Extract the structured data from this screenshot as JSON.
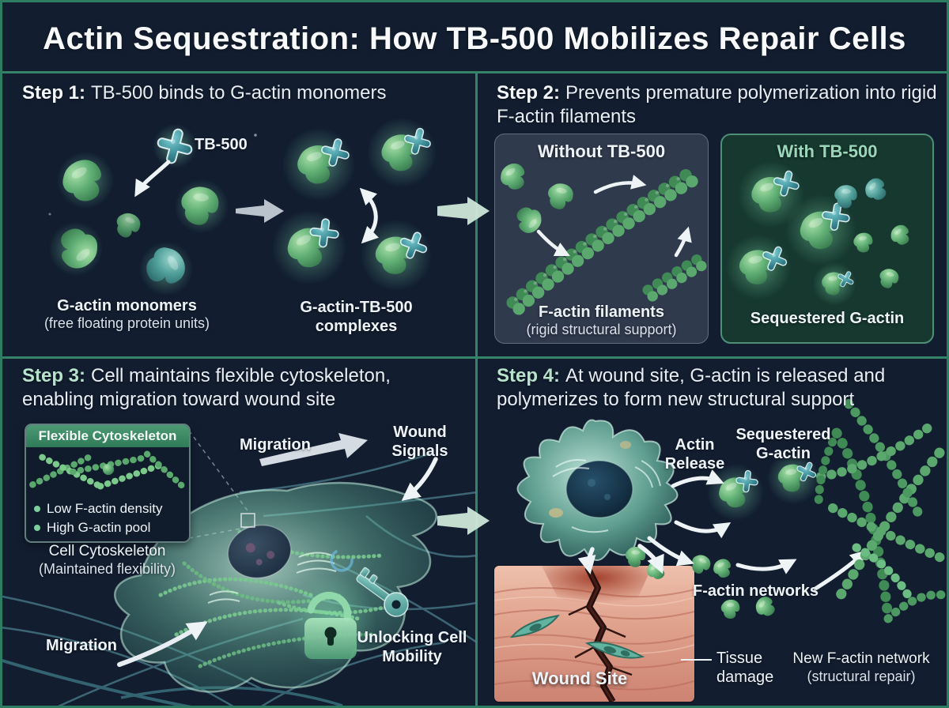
{
  "title": "Actin Sequestration: How TB-500 Mobilizes Repair Cells",
  "step1": {
    "prefix": "Step 1:",
    "title": "TB-500 binds to G-actin monomers",
    "tb500_label": "TB-500",
    "monomers_label": "G-actin monomers",
    "monomers_sublabel": "(free floating protein units)",
    "complexes_label": "G-actin-TB-500",
    "complexes_label2": "complexes"
  },
  "step2": {
    "prefix": "Step 2:",
    "title": "Prevents premature polymerization into rigid F-actin filaments",
    "without": {
      "title": "Without TB-500",
      "label": "F-actin filaments",
      "sublabel": "(rigid structural support)"
    },
    "with": {
      "title": "With TB-500",
      "label": "Sequestered G-actin"
    }
  },
  "step3": {
    "prefix": "Step 3:",
    "title": "Cell maintains flexible cytoskeleton, enabling migration toward wound site",
    "inset_title": "Flexible Cytoskeleton",
    "bullets": [
      "Low F-actin density",
      "High G-actin pool"
    ],
    "cytoskeleton_label": "Cell Cytoskeleton",
    "cytoskeleton_sublabel": "(Maintained flexibility)",
    "migration_top": "Migration",
    "wound_signals": "Wound Signals",
    "migration_bottom": "Migration",
    "unlock_label": "Unlocking Cell Mobility"
  },
  "step4": {
    "prefix": "Step 4:",
    "title": "At wound site, G-actin is released and polymerizes to form new structural support",
    "actin_release": "Actin Release",
    "sequestered": "Sequestered G-actin",
    "f_actin_networks": "F-actin networks",
    "wound_site": "Wound Site",
    "tissue_damage": "Tissue damage",
    "new_network": "New F-actin network",
    "new_network_sub": "(structural repair)"
  },
  "colors": {
    "background": "#121e30",
    "divider_green": "#35846a",
    "accent_mint": "#b7e2cb",
    "actin_green": "#5fae74",
    "tb500_teal": "#3a8a94",
    "panel_without_bg": "#565d70",
    "panel_with_border": "#4d9076",
    "wound_skin": "#dfa18c"
  }
}
